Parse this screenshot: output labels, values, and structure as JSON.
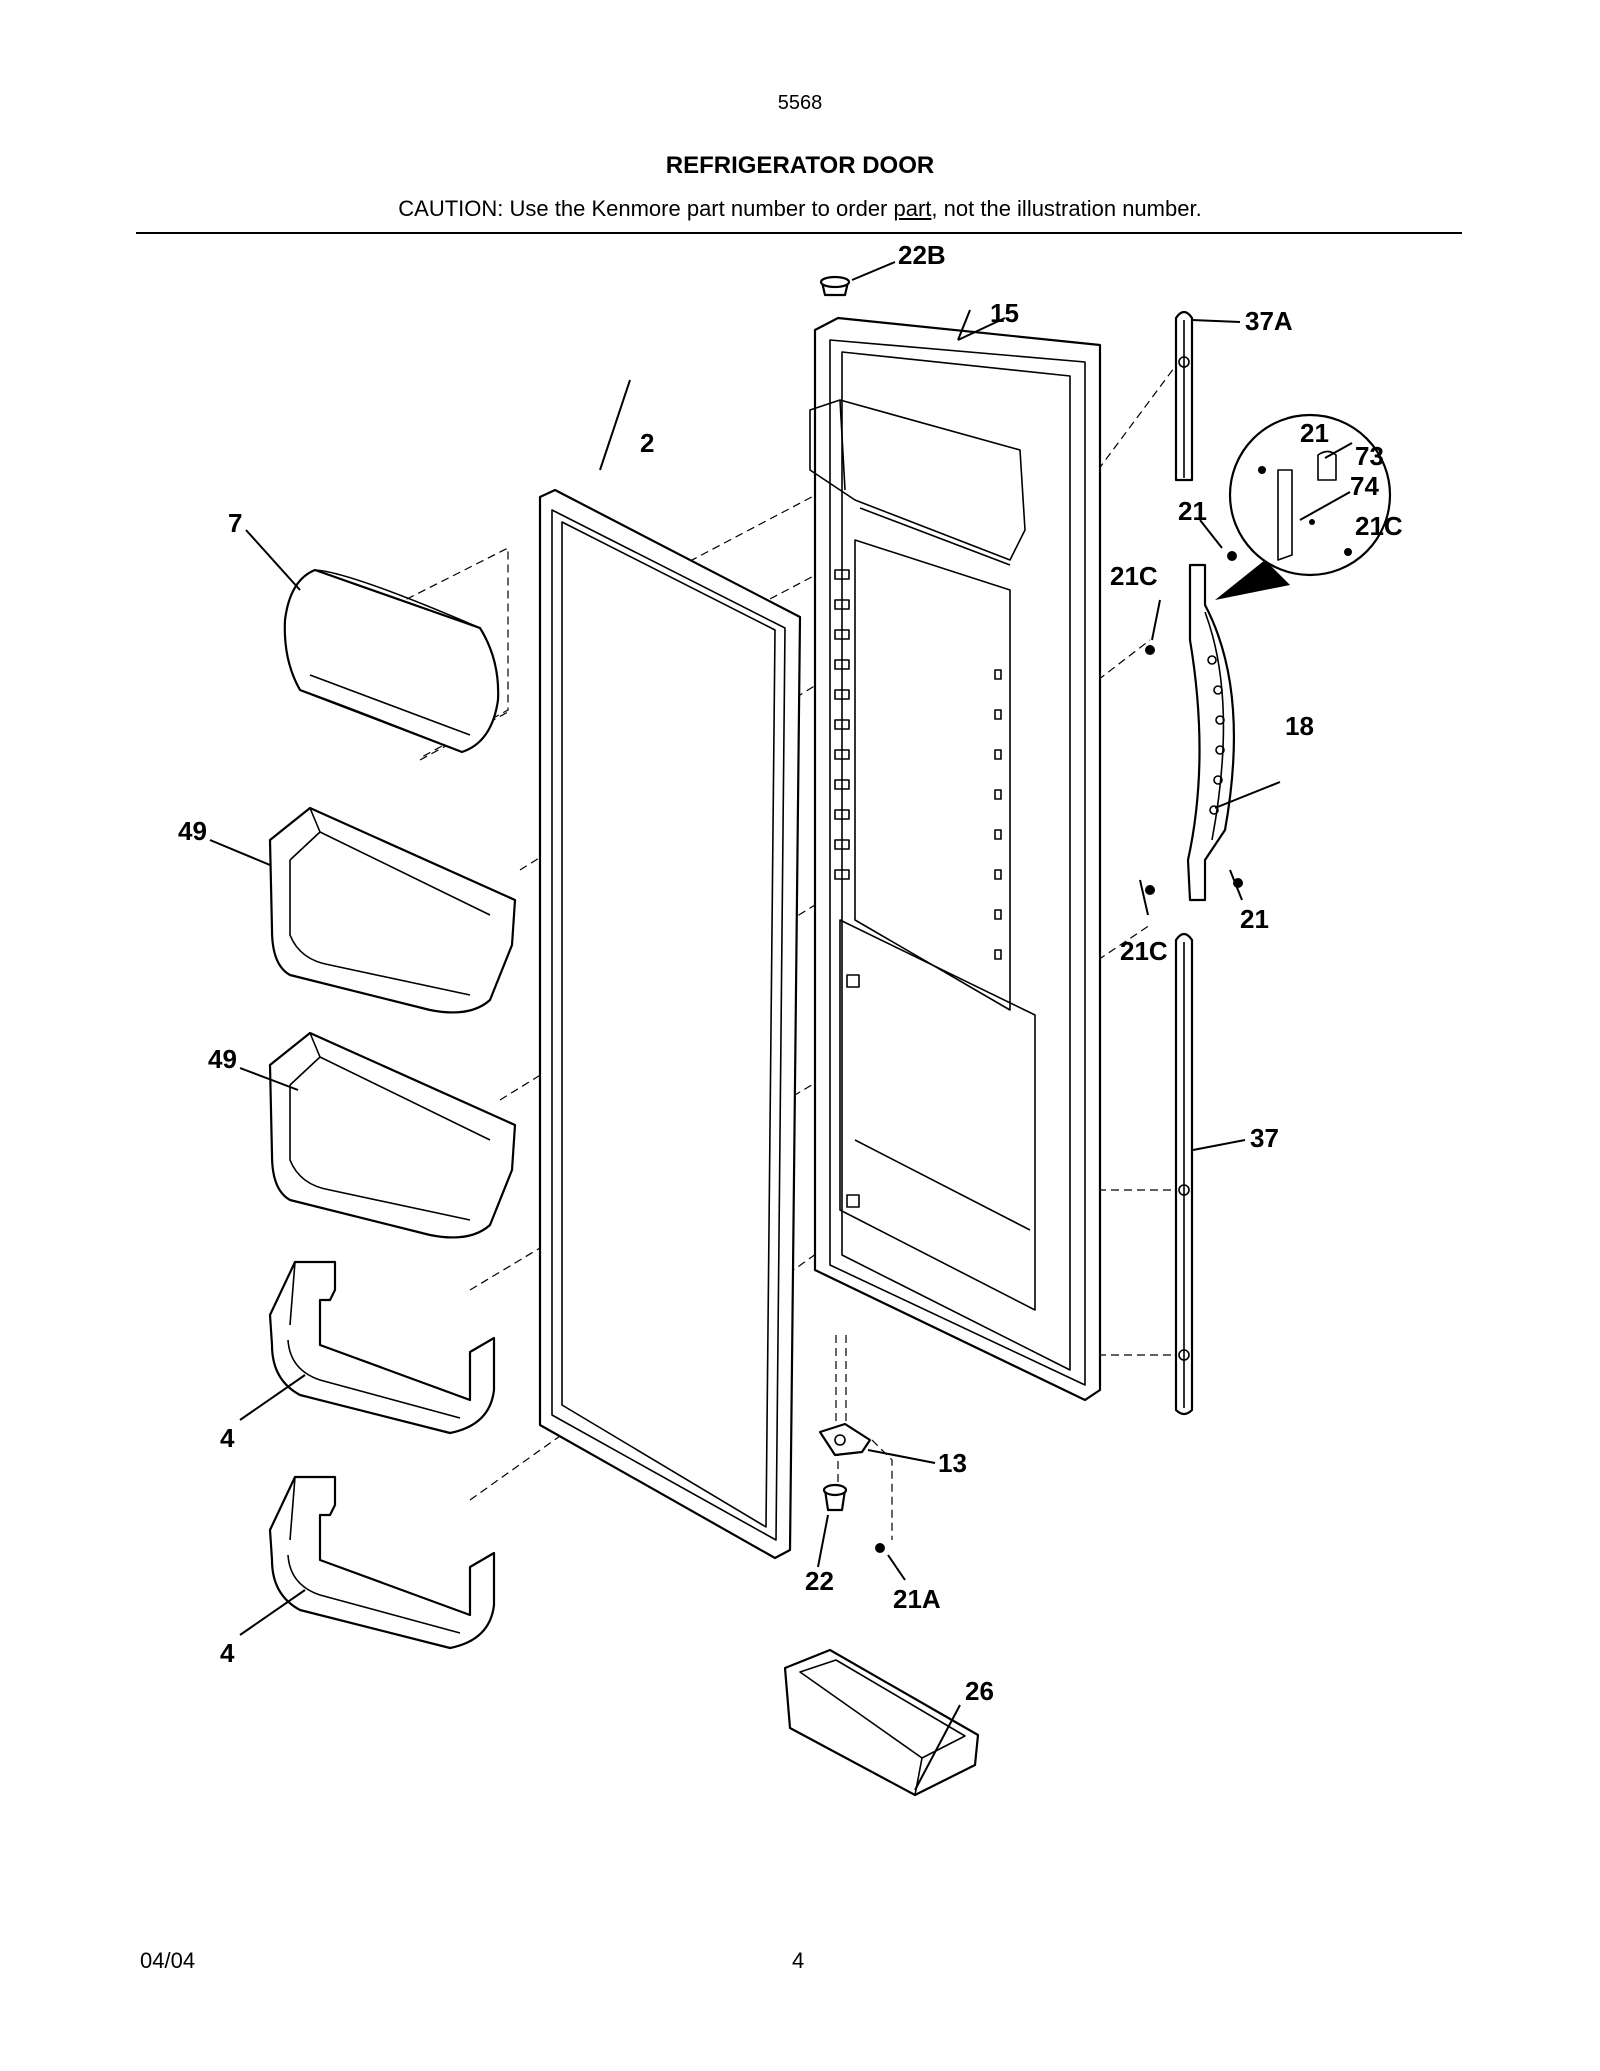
{
  "header": {
    "model": "5568",
    "title": "REFRIGERATOR DOOR",
    "caution_before": "CAUTION: Use the Kenmore part number to order ",
    "caution_link": "part",
    "caution_after": ", not the illustration number."
  },
  "callouts": {
    "c22B": "22B",
    "c15": "15",
    "c37A": "37A",
    "c2": "2",
    "c7": "7",
    "c21_inset": "21",
    "c73": "73",
    "c74": "74",
    "c21C_inset": "21C",
    "c21_upper": "21",
    "c21C_upper": "21C",
    "c18": "18",
    "c49_upper": "49",
    "c21_lower": "21",
    "c21C_lower": "21C",
    "c49_lower": "49",
    "c37": "37",
    "c4_upper": "4",
    "c13": "13",
    "c22": "22",
    "c21A": "21A",
    "c4_lower": "4",
    "c26": "26"
  },
  "footer": {
    "date": "04/04",
    "page": "4"
  }
}
